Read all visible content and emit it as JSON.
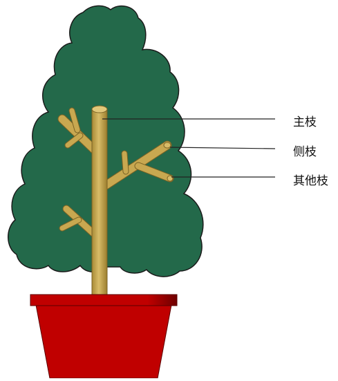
{
  "labels": {
    "main_branch": "主枝",
    "side_branch": "侧枝",
    "other_branch": "其他枝"
  },
  "colors": {
    "foliage": "#23694A",
    "foliage_outline": "#1a1a1a",
    "branch": "#C8A850",
    "branch_dark": "#9C7E2E",
    "pot": "#C00000",
    "pot_dark": "#8A0000",
    "line": "#222222"
  }
}
